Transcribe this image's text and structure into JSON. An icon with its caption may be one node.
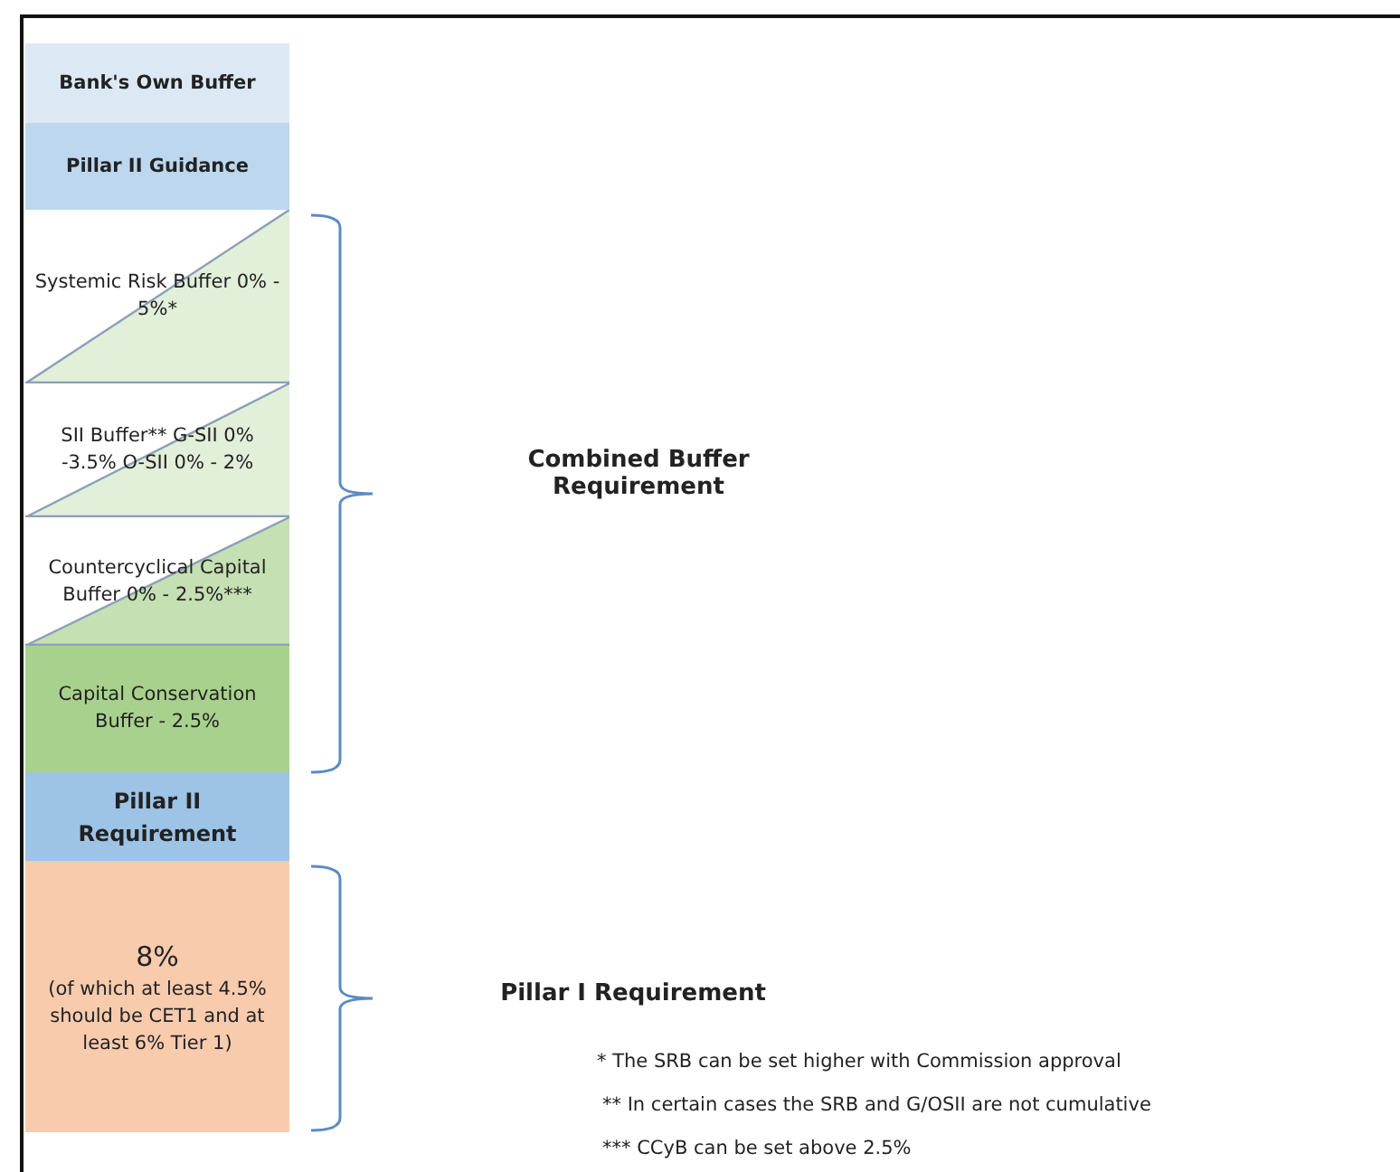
{
  "diagram": {
    "nodes": [
      {
        "text": [
          "Bank's Own Buffer"
        ]
      },
      {
        "text": [
          "Pillar II Guidance"
        ]
      },
      {
        "text": [
          "Systemic Risk Buffer 0% - 5%*"
        ]
      },
      {
        "text": [
          "SII Buffer** G-SII 0% -3.5% O-SII 0% - 2%"
        ]
      },
      {
        "text": [
          "Countercyclical Capital Buffer 0% - 2.5%***"
        ]
      },
      {
        "text": [
          "Capital Conservation Buffer - 2.5%"
        ]
      },
      {
        "text": [
          "Pillar II Requirement"
        ]
      },
      {
        "text": [
          "8%",
          "(of which at least 4.5% should be CET1 and at least 6% Tier 1)"
        ]
      }
    ],
    "edges": [],
    "labels": [
      "Combined Buffer Requirement",
      "Pillar I Requirement",
      "* The SRB can be set higher with Commission approval",
      "** In certain cases the SRB and G/OSII are not cumulative",
      "*** CCyB can be set above 2.5%"
    ]
  }
}
